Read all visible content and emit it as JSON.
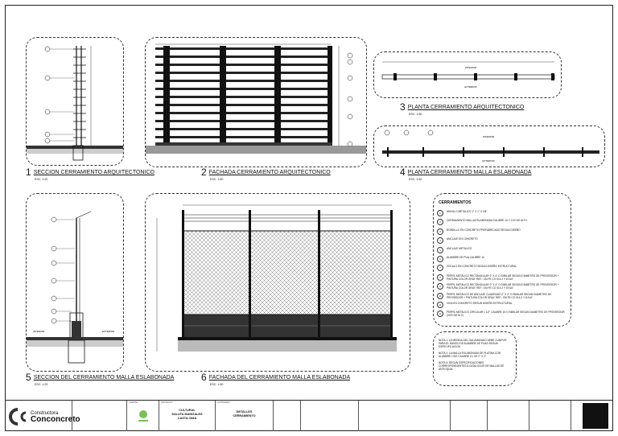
{
  "views": [
    {
      "number": "1",
      "title": "SECCION CERRAMIENTO ARQUITECTONICO",
      "scale": "ESC. 1:20"
    },
    {
      "number": "2",
      "title": "FACHADA CERRAMIENTO ARQUITECTONICO",
      "scale": "ESC. 1:50"
    },
    {
      "number": "3",
      "title": "PLANTA CERRAMIENTO ARQUITECTONICO",
      "scale": "ESC. 1:50"
    },
    {
      "number": "4",
      "title": "PLANTA CERRAMIENTO MALLA ESLABONADA",
      "scale": "ESC. 1:50"
    },
    {
      "number": "5",
      "title": "SECCION DEL CERRAMIENTO MALLA ESLABONADA",
      "scale": "ESC. 1:20"
    },
    {
      "number": "6",
      "title": "FACHADA DEL CERRAMIENTO MALLA ESLABONADA",
      "scale": "ESC. 1:50"
    }
  ],
  "plan_labels": {
    "interior": "INTERIOR",
    "exterior": "EXTERIOR"
  },
  "legend": {
    "title": "CERRAMIENTOS",
    "items": [
      {
        "n": "1",
        "text": "ANGULO METALICO 1\" X 1\" X 1/8\""
      },
      {
        "n": "2",
        "text": "CERRAMIENTO MALLA ESLABONADA CALIBRE 10 Y 2.20 DE ALTO"
      },
      {
        "n": "3",
        "text": "BORDILLO EN CONCRETO PREFABRICADO SEGUN DISEÑO"
      },
      {
        "n": "4",
        "text": "ANCLAJE EN CONCRETO"
      },
      {
        "n": "5",
        "text": "ANCLAJE METALICO"
      },
      {
        "n": "6",
        "text": "ALAMBRE DE PUA CALIBRE 14"
      },
      {
        "n": "7",
        "text": "ZOCALO EN CONCRETO SEGUN DISEÑO ESTRUCTURAL"
      },
      {
        "n": "8",
        "text": "PERFIL METALICO RECTANGULAR 3\" X 4\" O SIMILAR SEGUN DIAMETRO DE PROVEEDOR + PINTURA COLOR GRAY. REF.: CM FE CO 014 2 Y 8 ELE"
      },
      {
        "n": "9",
        "text": "PERFIL METALICO RECTANGULAR 3\" X 4\" O SIMILAR SEGUN DIAMETRO DE PROVEEDOR + PINTURA COLOR GRAY. REF.: CM FE CO 014 2 Y 8 ELE"
      },
      {
        "n": "10",
        "text": "PERFIL METALICO DE ANCLAJE CUADRADO 2\" X 2\" O SIMILAR SEGUN DIAMETRO DE PROVEEDOR + PINTURA COLOR GRAY. REF.: CM FE CO 014 2 Y 8 ELE"
      },
      {
        "n": "11",
        "text": "VIGA EN CONCRETO SEGUN DISEÑO ESTRUCTURAL"
      },
      {
        "n": "12",
        "text": "PERFIL METALICO CIRCULAR 1 1/2\" CALIBRE 16 O SIMILAR SEGUN DIAMETRO DE PROVEEDOR (VER NOTA 2)"
      }
    ]
  },
  "notes": [
    "NOTA 1: LA MEDIDA DEL GALVANIZADO DEBE CUMPLIR PARA EL RANGO DE ALAMBRE DE PUAS SEGUN ESPECIFICACION",
    "NOTA 2: LA MALLA ESLABONADA DE PLATINA CON ALAMBRE LISO CALIBRE 10, DE 2\" X 2\"",
    "NOTA 3: SEGUN ESPECIFICACIONES CORRESPONDIENTES A CATALOGOS DE MALLAS DE ANTIOQUIA"
  ],
  "titleblock": {
    "company_line1": "Constructora",
    "company_line2": "Conconcreto",
    "project_label": "PROYECTO",
    "project": [
      "CULTURAL",
      "SALUTA MANIZALES",
      "CASTA CIMA"
    ],
    "sheet_label": "CONTENIDO",
    "sheet": [
      "DETALLES",
      "CERRAMIENTO"
    ],
    "client_label": "CLIENTE"
  },
  "colors": {
    "ink": "#111111",
    "fill_dark": "#333333",
    "ground": "#888888"
  }
}
